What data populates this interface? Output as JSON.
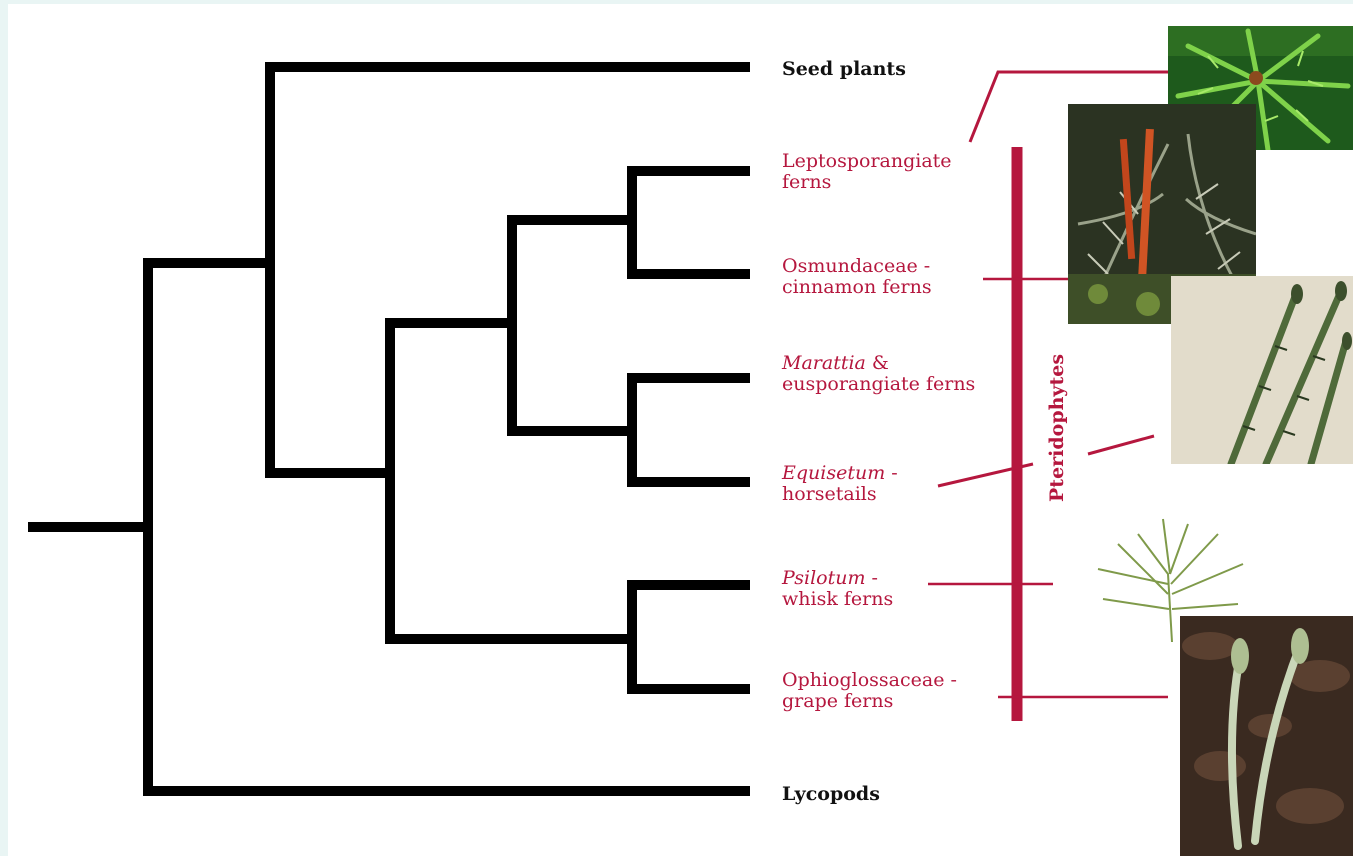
{
  "taxa": {
    "seed_plants": "Seed plants",
    "leptosporangiate": [
      "Leptosporangiate",
      "ferns"
    ],
    "osmundaceae": [
      "Osmundaceae -",
      "cinnamon ferns"
    ],
    "marattia": {
      "genus": "Marattia",
      "rest": " &",
      "line2": "eusporangiate ferns"
    },
    "equisetum": {
      "genus": "Equisetum",
      "rest": " -",
      "line2": "horsetails"
    },
    "psilotum": {
      "genus": "Psilotum",
      "rest": " -",
      "line2": "whisk ferns"
    },
    "ophioglossaceae": [
      "Ophioglossaceae -",
      "grape ferns"
    ],
    "lycopods": "Lycopods"
  },
  "group_label": "Pteridophytes",
  "colors": {
    "tree": "#000000",
    "highlight": "#b5173e",
    "background_frame": "#e9f5f4"
  },
  "photos": [
    "maidenhair-fern-photo",
    "cinnamon-fern-photo",
    "horsetail-photo",
    "whisk-fern-photo",
    "grape-fern-photo"
  ]
}
